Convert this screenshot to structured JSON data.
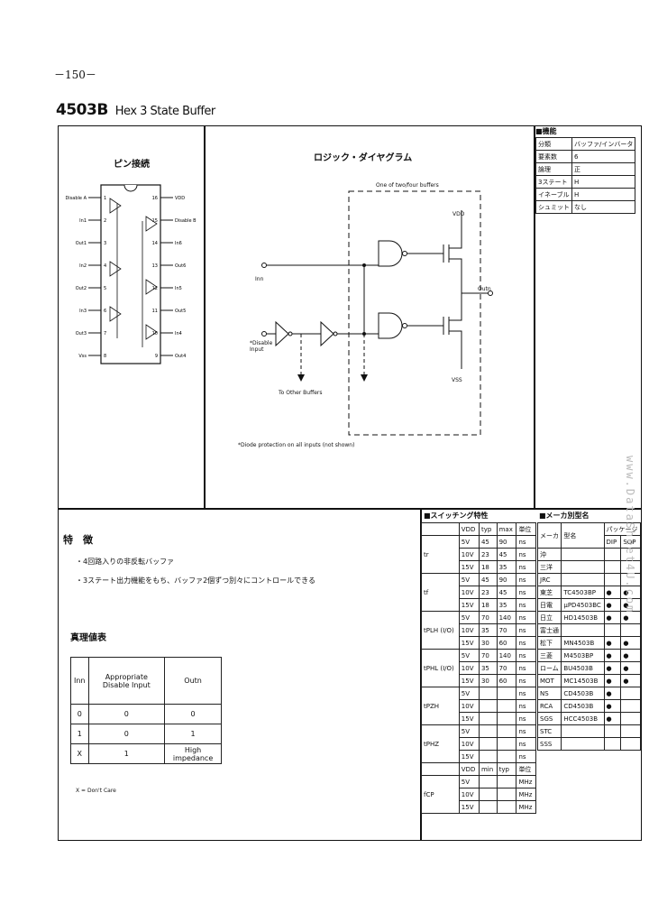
{
  "page": {
    "number": "－150－",
    "part": "4503B",
    "title": "Hex 3 State Buffer"
  },
  "function_box": {
    "header": "■機能",
    "rows": [
      [
        "分類",
        "バッファ/インバータ"
      ],
      [
        "要素数",
        "6"
      ],
      [
        "論理",
        "正"
      ],
      [
        "3ステート",
        "H"
      ],
      [
        "イネーブル",
        "H"
      ],
      [
        "シュミット",
        "なし"
      ]
    ]
  },
  "pinout": {
    "title": "ピン接続",
    "left_pins": [
      {
        "label": "Disable A",
        "num": "1"
      },
      {
        "label": "In1",
        "num": "2"
      },
      {
        "label": "Out1",
        "num": "3"
      },
      {
        "label": "In2",
        "num": "4"
      },
      {
        "label": "Out2",
        "num": "5"
      },
      {
        "label": "In3",
        "num": "6"
      },
      {
        "label": "Out3",
        "num": "7"
      },
      {
        "label": "Vss",
        "num": "8"
      }
    ],
    "right_pins": [
      {
        "label": "VDD",
        "num": "16"
      },
      {
        "label": "Disable B",
        "num": "15"
      },
      {
        "label": "In6",
        "num": "14"
      },
      {
        "label": "Out6",
        "num": "13"
      },
      {
        "label": "In5",
        "num": "12"
      },
      {
        "label": "Out5",
        "num": "11"
      },
      {
        "label": "In4",
        "num": "10"
      },
      {
        "label": "Out4",
        "num": "9"
      }
    ]
  },
  "logic": {
    "title": "ロジック・ダイヤグラム",
    "group_label": "One of two/four buffers",
    "vdd": "VDD",
    "vss": "VSS",
    "input": "Inn",
    "output": "Outn",
    "disable": "*Disable Input",
    "other": "To Other Buffers",
    "note": "*Diode protection on all inputs (not shown)"
  },
  "features": {
    "title": "特　徴",
    "items": [
      "・4回路入りの非反転バッファ",
      "・3ステート出力機能をもち、バッファ2個ずつ別々にコントロールできる"
    ]
  },
  "truth_table": {
    "title": "真理値表",
    "headers": [
      "Inn",
      "Appropriate Disable Input",
      "Outn"
    ],
    "rows": [
      [
        "0",
        "0",
        "0"
      ],
      [
        "1",
        "0",
        "1"
      ],
      [
        "X",
        "1",
        "High impedance"
      ]
    ],
    "note": "X = Don't Care"
  },
  "switching": {
    "header": "■スイッチング特性",
    "cols": [
      "VDD",
      "typ",
      "max",
      "単位"
    ],
    "groups": [
      {
        "name": "tr",
        "rows": [
          [
            "5V",
            "45",
            "90",
            "ns"
          ],
          [
            "10V",
            "23",
            "45",
            "ns"
          ],
          [
            "15V",
            "18",
            "35",
            "ns"
          ]
        ]
      },
      {
        "name": "tf",
        "rows": [
          [
            "5V",
            "45",
            "90",
            "ns"
          ],
          [
            "10V",
            "23",
            "45",
            "ns"
          ],
          [
            "15V",
            "18",
            "35",
            "ns"
          ]
        ]
      },
      {
        "name": "tPLH (I/O)",
        "rows": [
          [
            "5V",
            "70",
            "140",
            "ns"
          ],
          [
            "10V",
            "35",
            "70",
            "ns"
          ],
          [
            "15V",
            "30",
            "60",
            "ns"
          ]
        ]
      },
      {
        "name": "tPHL (I/O)",
        "rows": [
          [
            "5V",
            "70",
            "140",
            "ns"
          ],
          [
            "10V",
            "35",
            "70",
            "ns"
          ],
          [
            "15V",
            "30",
            "60",
            "ns"
          ]
        ]
      },
      {
        "name": "tPZH",
        "rows": [
          [
            "5V",
            "",
            "",
            "ns"
          ],
          [
            "10V",
            "",
            "",
            "ns"
          ],
          [
            "15V",
            "",
            "",
            "ns"
          ]
        ]
      },
      {
        "name": "tPHZ",
        "rows": [
          [
            "5V",
            "",
            "",
            "ns"
          ],
          [
            "10V",
            "",
            "",
            "ns"
          ],
          [
            "15V",
            "",
            "",
            "ns"
          ]
        ]
      }
    ],
    "fmax_cols": [
      "VDD",
      "min",
      "typ",
      "単位"
    ],
    "fmax_name": "fCP",
    "fmax_rows": [
      [
        "5V",
        "",
        "",
        "MHz"
      ],
      [
        "10V",
        "",
        "",
        "MHz"
      ],
      [
        "15V",
        "",
        "",
        "MHz"
      ]
    ]
  },
  "makers": {
    "header": "■メーカ別型名",
    "cols": [
      "メーカ",
      "型名",
      "パッケージ",
      "DIP",
      "SOP"
    ],
    "rows": [
      [
        "沖",
        "",
        "",
        ""
      ],
      [
        "三洋",
        "",
        "",
        ""
      ],
      [
        "JRC",
        "",
        "",
        ""
      ],
      [
        "東芝",
        "TC4503BP",
        "●",
        "●"
      ],
      [
        "日電",
        "μPD4503BC",
        "●",
        "●"
      ],
      [
        "日立",
        "HD14503B",
        "●",
        "●"
      ],
      [
        "富士通",
        "",
        "",
        ""
      ],
      [
        "松下",
        "MN4503B",
        "●",
        "●"
      ],
      [
        "三菱",
        "M4503BP",
        "●",
        "●"
      ],
      [
        "ローム",
        "BU4503B",
        "●",
        "●"
      ],
      [
        "MOT",
        "MC14503B",
        "●",
        "●"
      ],
      [
        "NS",
        "CD4503B",
        "●",
        ""
      ],
      [
        "RCA",
        "CD4503B",
        "●",
        ""
      ],
      [
        "SGS",
        "HCC4503B",
        "●",
        ""
      ],
      [
        "STC",
        "",
        "",
        ""
      ],
      [
        "SSS",
        "",
        "",
        ""
      ]
    ]
  },
  "watermark": "www.DataSheet4U.com"
}
